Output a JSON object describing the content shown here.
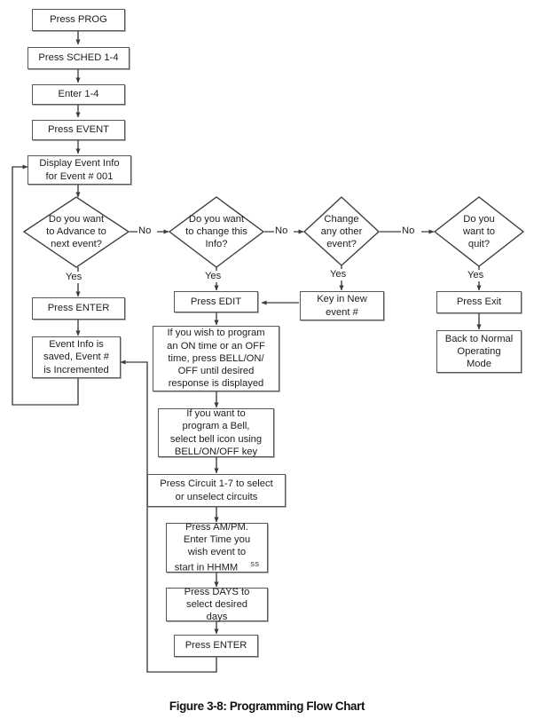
{
  "figure": {
    "caption": "Figure 3-8: Programming Flow Chart",
    "colors": {
      "border": "#58585a",
      "line": "#3b3b3d",
      "background": "#ffffff",
      "text": "#1d1d1d"
    }
  },
  "nodes": {
    "press_prog": {
      "label": "Press PROG",
      "shape": "process"
    },
    "press_sched": {
      "label": "Press SCHED 1-4",
      "shape": "process"
    },
    "enter_1_4": {
      "label": "Enter 1-4",
      "shape": "process"
    },
    "press_event": {
      "label": "Press EVENT",
      "shape": "process"
    },
    "display_event_info": {
      "label": "Display Event Info\nfor Event # 001",
      "shape": "process"
    },
    "q_advance": {
      "label": "Do you want\nto Advance to\nnext event?",
      "shape": "decision"
    },
    "press_enter_left": {
      "label": "Press ENTER",
      "shape": "process"
    },
    "event_saved": {
      "label": "Event Info is\nsaved, Event #\nis Incremented",
      "shape": "process"
    },
    "q_change_info": {
      "label": "Do you want\nto change this\nInfo?",
      "shape": "decision"
    },
    "press_edit": {
      "label": "Press EDIT",
      "shape": "process"
    },
    "on_off_time": {
      "label": "If you wish to program\nan ON time or an OFF\ntime, press BELL/ON/\nOFF until desired\nresponse is displayed",
      "shape": "process"
    },
    "program_bell": {
      "label": "If you want to\nprogram a Bell,\nselect bell icon using\nBELL/ON/OFF key",
      "shape": "process"
    },
    "press_circuit": {
      "label": "Press Circuit 1-7 to select\nor unselect circuits",
      "shape": "process"
    },
    "press_ampm": {
      "label": "Press AM/PM.\nEnter Time you\nwish event to\nstart in HHMM",
      "label_superscript": "SS",
      "shape": "process"
    },
    "press_days": {
      "label": "Press DAYS to\nselect desired\ndays",
      "shape": "process"
    },
    "press_enter_mid": {
      "label": "Press ENTER",
      "shape": "process"
    },
    "q_change_other": {
      "label": "Change\nany other\nevent?",
      "shape": "decision"
    },
    "key_in_new": {
      "label": "Key in New\nevent #",
      "shape": "process"
    },
    "q_quit": {
      "label": "Do you\nwant to\nquit?",
      "shape": "decision"
    },
    "press_exit": {
      "label": "Press Exit",
      "shape": "process"
    },
    "back_normal": {
      "label": "Back to Normal\nOperating\nMode",
      "shape": "process"
    }
  },
  "edge_labels": {
    "advance_no": "No",
    "advance_yes": "Yes",
    "change_info_no": "No",
    "change_info_yes": "Yes",
    "change_other_no": "No",
    "change_other_yes": "Yes",
    "quit_yes": "Yes"
  }
}
